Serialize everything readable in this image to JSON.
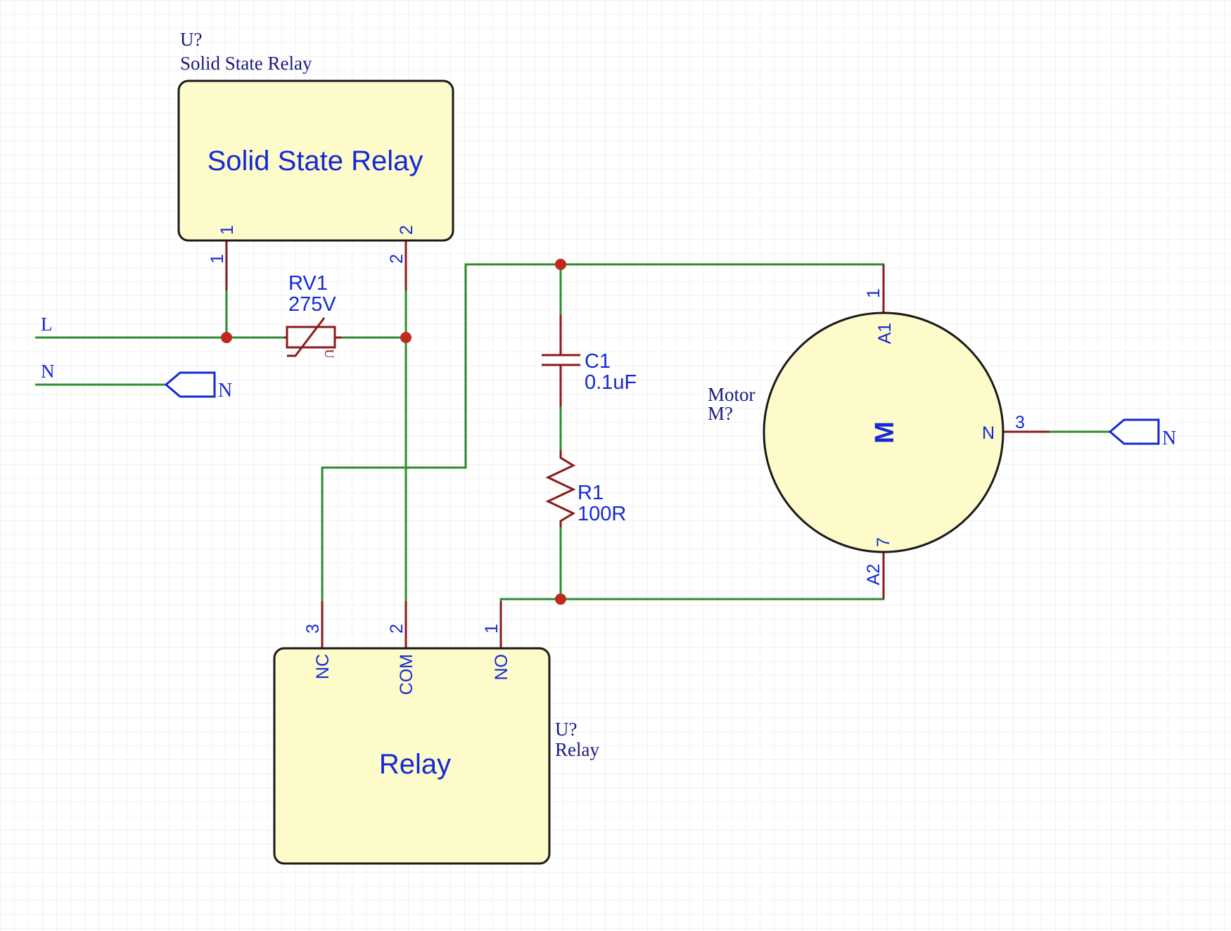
{
  "colors": {
    "wire": "#2e8b2e",
    "pin": "#8b1a1a",
    "junction": "#c0281c",
    "body_fill": "#fdfbc9",
    "body_stroke": "#1a1a1a",
    "text_blue": "#1428d8",
    "designator_navy": "#1a1a80",
    "grid": "#e6e6e6"
  },
  "ssr": {
    "designator": "U?",
    "comment": "Solid State Relay",
    "body_label": "Solid State Relay",
    "pin1_num": "1",
    "pin1_name": "1",
    "pin2_num": "2",
    "pin2_name": "2"
  },
  "varistor": {
    "designator": "RV1",
    "value": "275V",
    "mark": "U"
  },
  "capacitor": {
    "designator": "C1",
    "value": "0.1uF"
  },
  "resistor": {
    "designator": "R1",
    "value": "100R"
  },
  "motor": {
    "comment": "Motor",
    "designator": "M?",
    "body_label": "M",
    "pin1_num": "1",
    "pin1_name": "A1",
    "pin3_num": "3",
    "pin3_name": "N",
    "pin7_num": "7",
    "pin7_name": "A2"
  },
  "relay": {
    "designator": "U?",
    "comment": "Relay",
    "body_label": "Relay",
    "pin3_num": "3",
    "pin3_name": "NC",
    "pin2_num": "2",
    "pin2_name": "COM",
    "pin1_num": "1",
    "pin1_name": "NO"
  },
  "nets": {
    "line_label": "L",
    "neutral_label": "N",
    "port_left": "N",
    "port_right": "N"
  }
}
